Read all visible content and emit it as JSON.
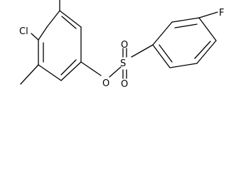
{
  "molecule": {
    "atom_labels": {
      "chlorine": "Cl",
      "fluorine": "F",
      "sulfur": "S",
      "ester_oxygen": "O",
      "sulfonyl_oxygen_top": "O",
      "sulfonyl_oxygen_bottom": "O"
    },
    "colors": {
      "ink": "#000000",
      "background": "#ffffff"
    }
  }
}
